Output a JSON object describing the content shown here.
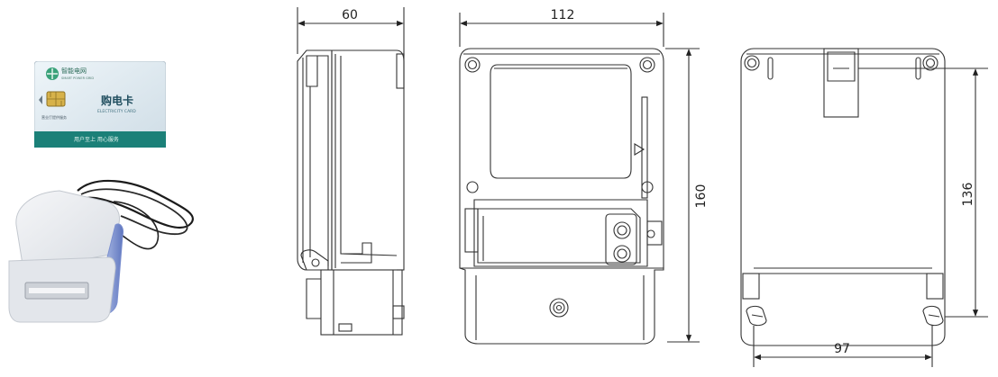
{
  "card": {
    "logo_text": "智能电网",
    "logo_sub": "SMART POWER GRID",
    "title": "购电卡",
    "subtitle": "ELECTRICITY CARD",
    "small_note": "营业厅提供服务",
    "footer": "用户至上  用心服务"
  },
  "dimensions": {
    "side_width": "60",
    "front_width": "112",
    "front_height": "160",
    "rear_height": "136",
    "rear_width": "97"
  },
  "colors": {
    "card_top": "#e9f1f6",
    "card_band": "#1b8078",
    "reader_body": "#e6e9ee",
    "reader_side": "#6f86c8",
    "line": "#333333"
  }
}
